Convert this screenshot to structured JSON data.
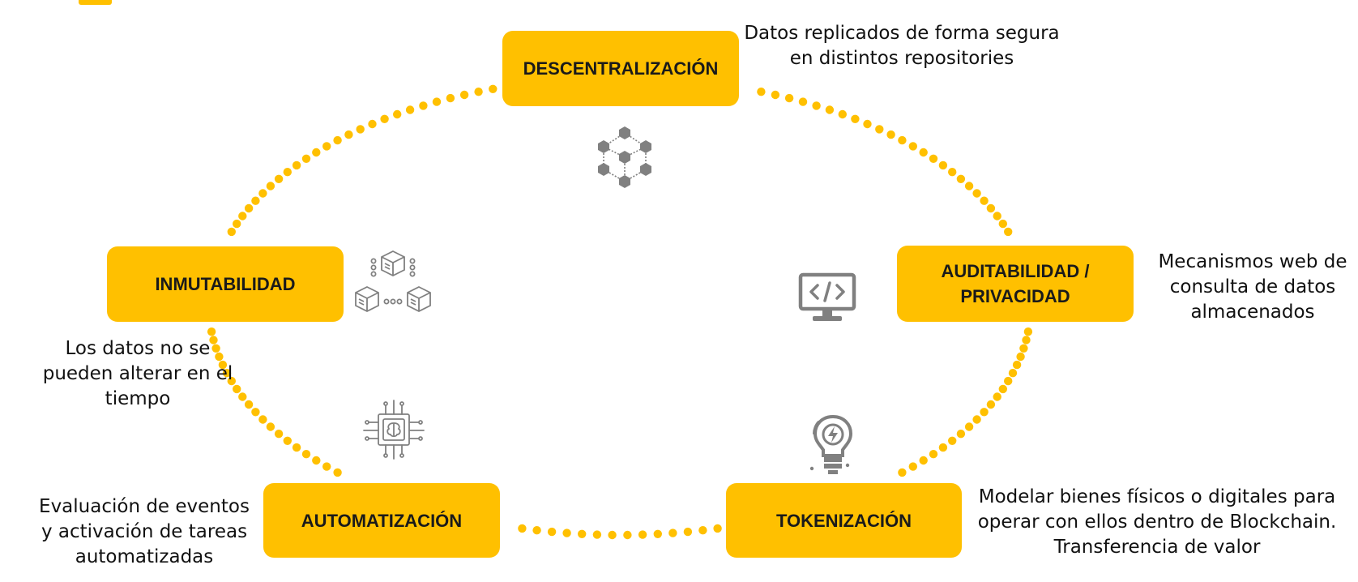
{
  "colors": {
    "accent": "#FFC000",
    "icon_gray": "#808080",
    "text": "#111111"
  },
  "pills": {
    "descentralizacion": "DESCENTRALIZACIÓN",
    "auditabilidad": "AUDITABILIDAD /\nPRIVACIDAD",
    "tokenizacion": "TOKENIZACIÓN",
    "automatizacion": "AUTOMATIZACIÓN",
    "inmutabilidad": "INMUTABILIDAD"
  },
  "descriptions": {
    "descentralizacion": "Datos replicados  de forma segura\nen distintos repositories",
    "auditabilidad": "Mecanismos web de\nconsulta de datos\nalmacenados",
    "tokenizacion": "Modelar bienes físicos o digitales para\noperar con ellos dentro de Blockchain.\nTransferencia de valor",
    "automatizacion": "Evaluación de eventos\ny activación de tareas\nautomatizadas",
    "inmutabilidad": "Los datos no se\npueden alterar en el\ntiempo"
  },
  "icons": {
    "descentralizacion": "hexagon-network-icon",
    "inmutabilidad": "connected-blocks-icon",
    "auditabilidad": "code-monitor-icon",
    "automatizacion": "ai-chip-icon",
    "tokenizacion": "lightbulb-idea-icon"
  }
}
